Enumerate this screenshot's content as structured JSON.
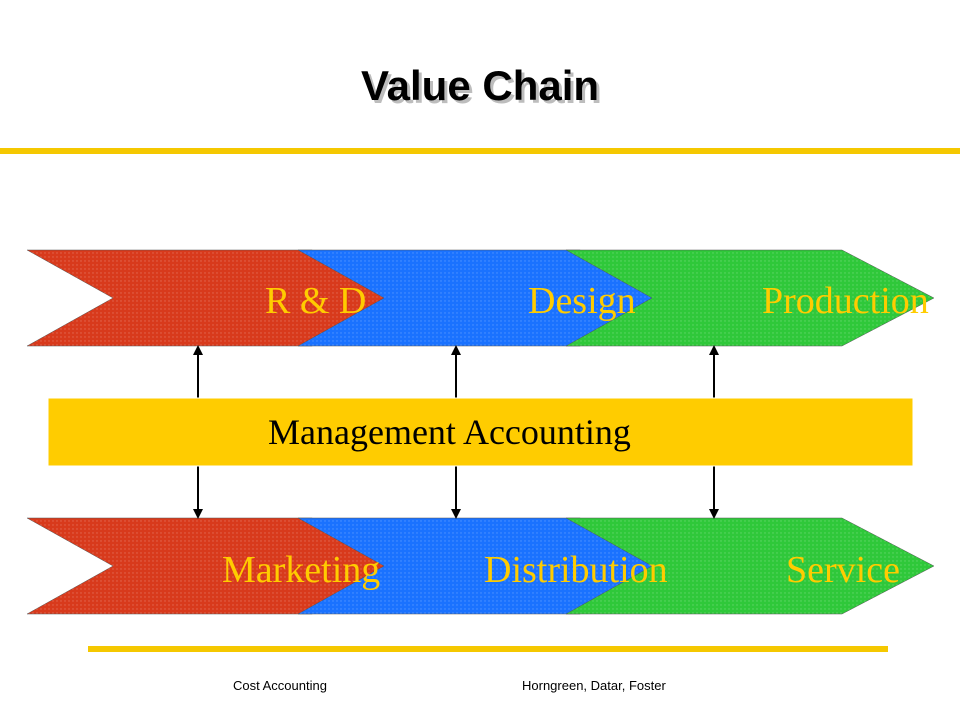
{
  "title": "Value Chain",
  "top_row": {
    "stages": [
      {
        "label": "R & D",
        "fill": "#d83a1c"
      },
      {
        "label": "Design",
        "fill": "#1a72ff"
      },
      {
        "label": "Production",
        "fill": "#2fc83a"
      }
    ]
  },
  "center_bar": {
    "label": "Management Accounting",
    "fill": "#ffcc00"
  },
  "bottom_row": {
    "stages": [
      {
        "label": "Marketing",
        "fill": "#d83a1c"
      },
      {
        "label": "Distribution",
        "fill": "#1a72ff"
      },
      {
        "label": "Service",
        "fill": "#2fc83a"
      }
    ]
  },
  "label_color": "#ffcc00",
  "footer": {
    "left": "Cost Accounting",
    "right": "Horngreen, Datar, Foster"
  }
}
